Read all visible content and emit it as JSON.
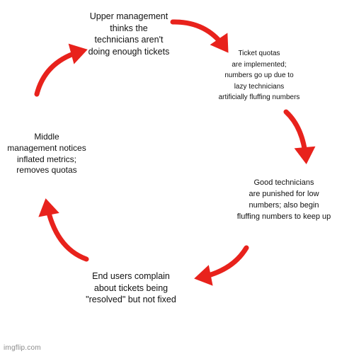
{
  "cycle": {
    "accent_color": "#e8221c",
    "steps": [
      {
        "text": "Upper management\nthinks the\ntechnicians aren't\ndoing enough tickets"
      },
      {
        "text": "Ticket quotas\nare implemented;\nnumbers go up due to\nlazy technicians\nartificially fluffing numbers"
      },
      {
        "text": "Good technicians\nare punished for low\nnumbers; also begin\nfluffing numbers to keep up"
      },
      {
        "text": "End users complain\nabout tickets being\n\"resolved\" but not fixed"
      },
      {
        "text": "Middle\nmanagement notices\ninflated metrics;\nremoves quotas"
      }
    ]
  },
  "watermark": {
    "text": "imgflip.com"
  }
}
